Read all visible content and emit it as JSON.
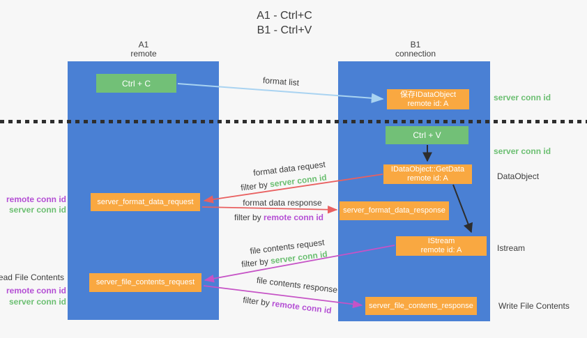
{
  "title": {
    "line1": "A1 - Ctrl+C",
    "line2": "B1 - Ctrl+V"
  },
  "lanes": {
    "a1": {
      "name": "A1",
      "subtitle": "remote"
    },
    "b1": {
      "name": "B1",
      "subtitle": "connection"
    }
  },
  "nodes": {
    "ctrl_c": {
      "label": "Ctrl + C"
    },
    "save_dataobject": {
      "line1": "保存IDataObject",
      "line2": "remote id: A"
    },
    "ctrl_v": {
      "label": "Ctrl + V"
    },
    "getdata": {
      "line1": "IDataObject::GetData",
      "line2": "remote id: A"
    },
    "format_request": {
      "label": "server_format_data_request"
    },
    "format_response": {
      "label": "server_format_data_response"
    },
    "istream": {
      "line1": "IStream",
      "line2": "remote id: A"
    },
    "file_request": {
      "label": "server_file_contents_request"
    },
    "file_response": {
      "label": "server_file_contents_response"
    }
  },
  "flow_labels": {
    "format_list": "format list",
    "format_data_request": "format data request",
    "filter_server_1": {
      "prefix": "filter by ",
      "highlight": "server conn id"
    },
    "format_data_response": "format data response",
    "filter_remote_1": {
      "prefix": "filter by ",
      "highlight": "remote conn id"
    },
    "file_contents_request": "file contents request",
    "filter_server_2": {
      "prefix": "filter by ",
      "highlight": "server conn id"
    },
    "file_contents_response": "file contents response",
    "filter_remote_2": {
      "prefix": "filter by ",
      "highlight": "remote conn id"
    }
  },
  "side_labels": {
    "server_conn_top": "server conn id",
    "server_conn_mid": "server conn id",
    "dataobject": "DataObject",
    "istream": "Istream",
    "write_file": "Write File Contents",
    "read_file": "Read File Contents",
    "left_remote_1": "remote conn id",
    "left_server_1": "server conn id",
    "left_remote_2": "remote conn id",
    "left_server_2": "server conn id"
  },
  "colors": {
    "lane_blue": "#4a80d4",
    "box_green": "#72c077",
    "box_orange": "#f9a841",
    "arrow_blue": "#a9d3f1",
    "arrow_red": "#e96060",
    "arrow_magenta": "#c653c6",
    "arrow_black": "#2d2d2d",
    "highlight_green": "#6cbf72",
    "highlight_purple": "#b44fd4"
  }
}
